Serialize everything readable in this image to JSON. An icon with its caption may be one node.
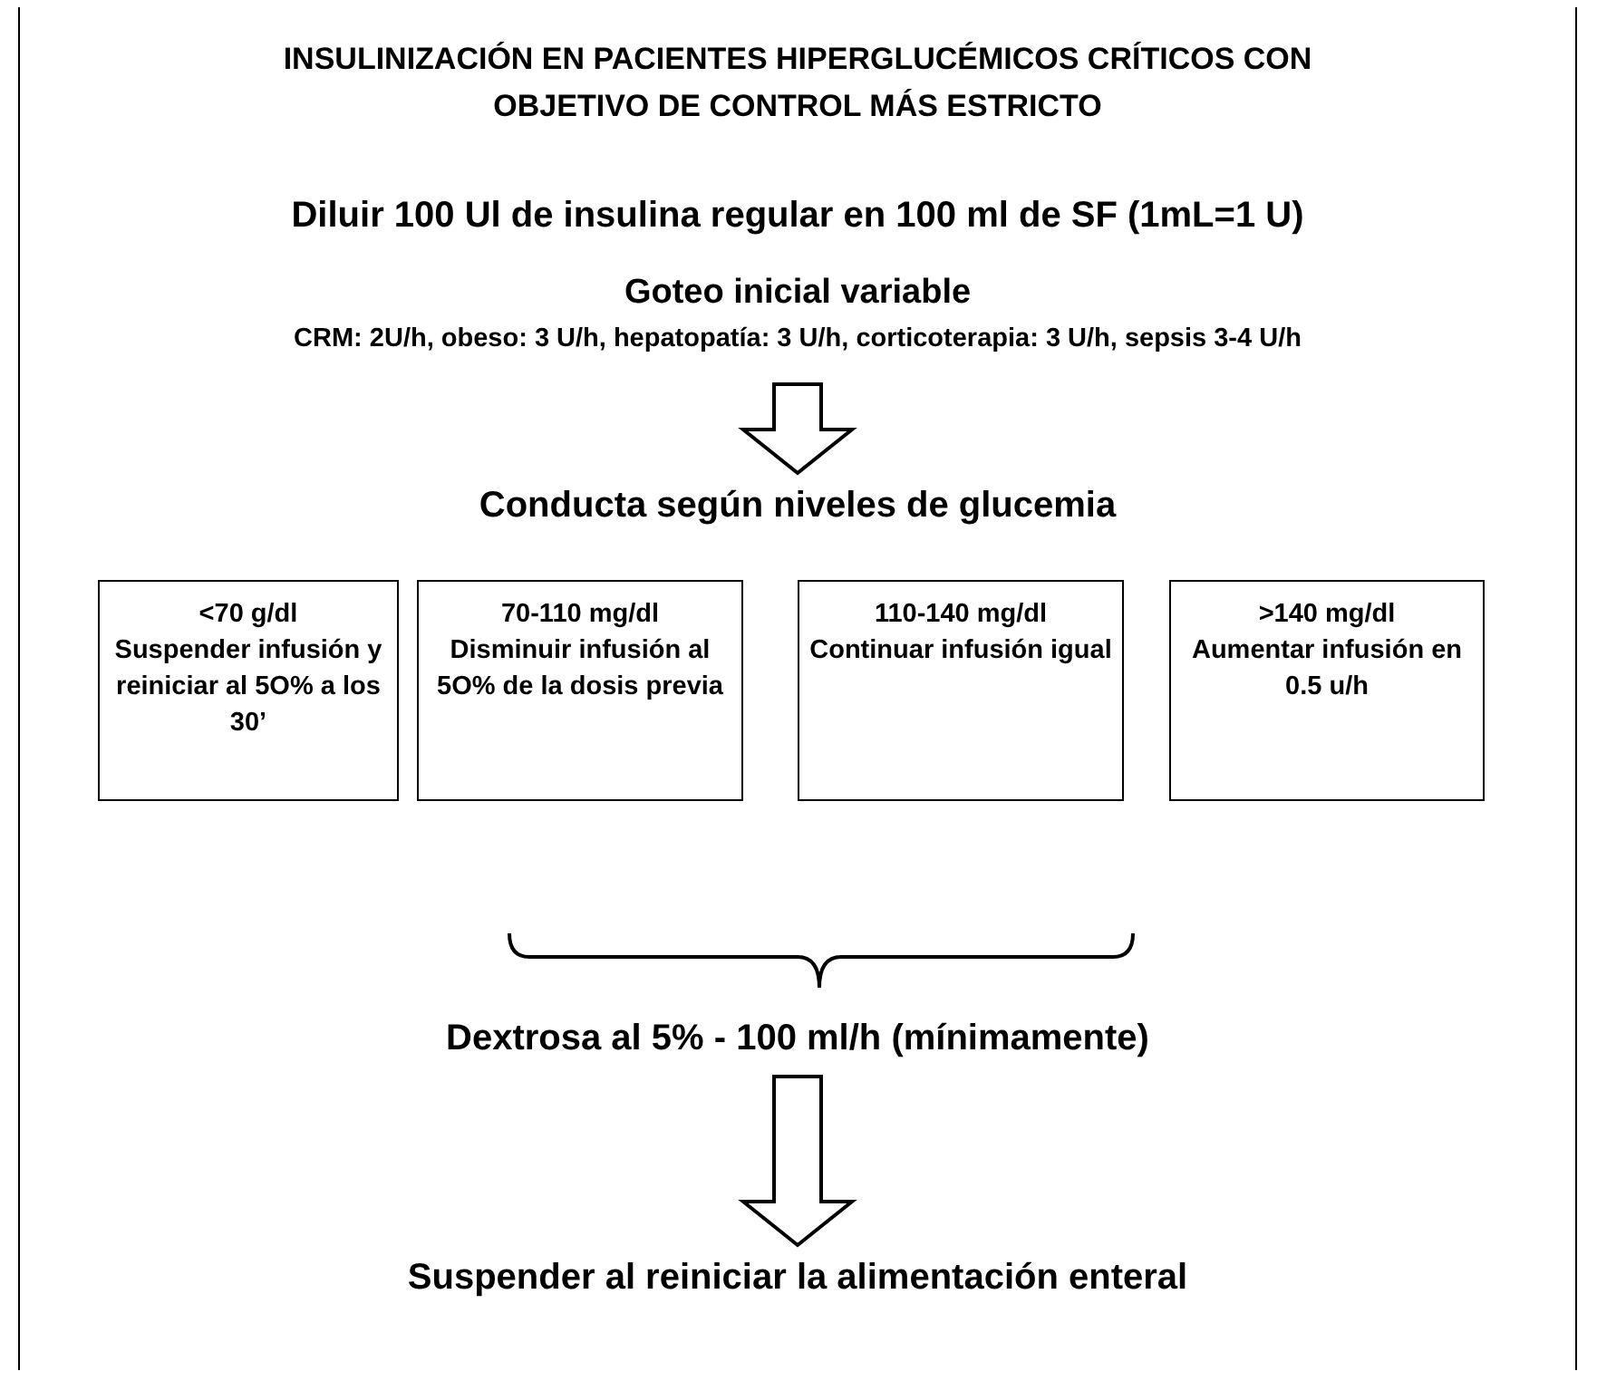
{
  "diagram": {
    "title": "INSULINIZACIÓN EN PACIENTES HIPERGLUCÉMICOS CRÍTICOS CON OBJETIVO DE CONTROL MÁS ESTRICTO",
    "nodes": [
      {
        "text": [
          "Goteo inicial variable",
          "CRM: 2U/h, obeso: 3 U/h, hepatopatía: 3 U/h, corticoterapia: 3 U/h, sepsis 3-4 U/h"
        ]
      },
      {
        "text": [
          "Conducta según niveles de glucemia"
        ]
      },
      {
        "text": [
          "<70 g/dl",
          "Suspender infusión y reiniciar al 5O% a los 30’"
        ]
      },
      {
        "text": [
          "70-110 mg/dl",
          "Disminuir infusión al 5O% de la dosis previa"
        ]
      },
      {
        "text": [
          "110-140 mg/dl",
          "Continuar infusión igual"
        ]
      },
      {
        "text": [
          ">140 mg/dl",
          "Aumentar infusión en 0.5 u/h"
        ]
      },
      {
        "text": [
          "Dextrosa al 5% - 100 ml/h (mínimamente)"
        ]
      },
      {
        "text": [
          "Suspender al reiniciar la alimentación enteral"
        ]
      }
    ],
    "edges": [
      {
        "from": 0,
        "to": 1,
        "arrow": "to"
      },
      {
        "from": 6,
        "to": 7,
        "arrow": "to"
      }
    ],
    "labels": [
      "Diluir 100 Ul de insulina regular en 100 ml de SF (1mL=1 U)"
    ]
  }
}
